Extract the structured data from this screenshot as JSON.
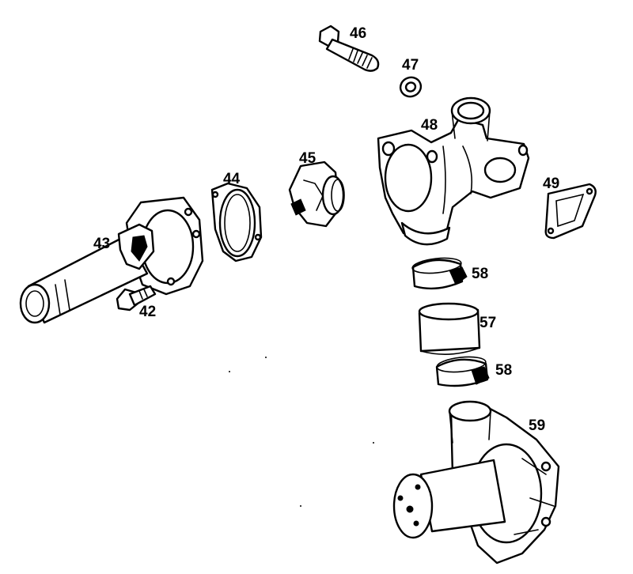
{
  "diagram": {
    "labels": {
      "p42": "42",
      "p43": "43",
      "p44": "44",
      "p45": "45",
      "p46": "46",
      "p47": "47",
      "p48": "48",
      "p49": "49",
      "p57": "57",
      "p58a": "58",
      "p58b": "58",
      "p59": "59"
    }
  }
}
